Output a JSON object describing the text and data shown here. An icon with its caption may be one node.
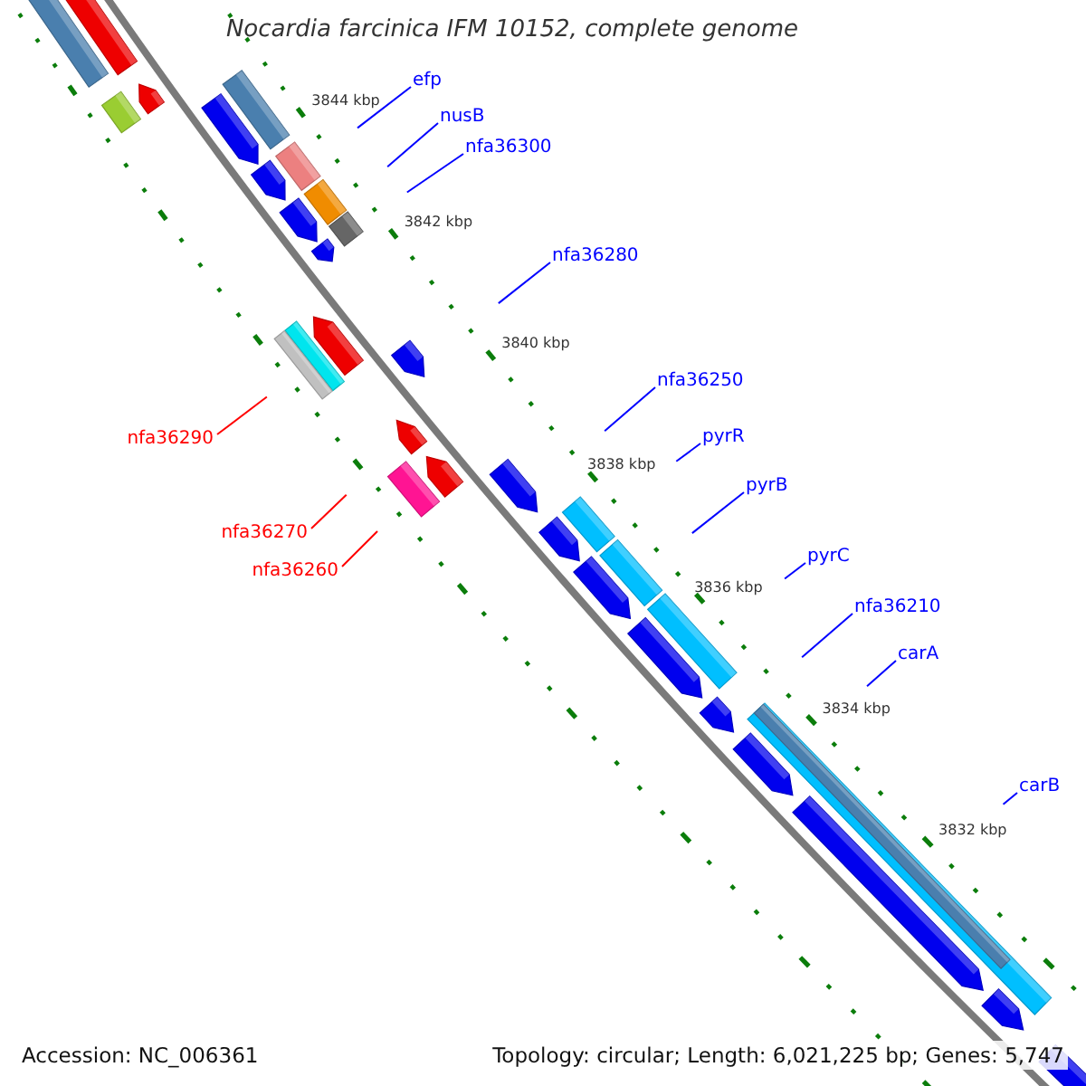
{
  "diagram": {
    "title": "Nocardia farcinica IFM 10152, complete genome",
    "nodes": [
      {
        "text": [
          "efp"
        ]
      },
      {
        "text": [
          "nusB"
        ]
      },
      {
        "text": [
          "nfa36300"
        ]
      },
      {
        "text": [
          "nfa36280"
        ]
      },
      {
        "text": [
          "nfa36250"
        ]
      },
      {
        "text": [
          "pyrR"
        ]
      },
      {
        "text": [
          "nfa36290"
        ]
      },
      {
        "text": [
          "pyrB"
        ]
      },
      {
        "text": [
          "nfa36270"
        ]
      },
      {
        "text": [
          "pyrC"
        ]
      },
      {
        "text": [
          "nfa36260"
        ]
      },
      {
        "text": [
          "nfa36210"
        ]
      },
      {
        "text": [
          "carA"
        ]
      },
      {
        "text": [
          "carB"
        ]
      }
    ],
    "edges": [
      {
        "from": 0,
        "to": null,
        "arrow": "none"
      },
      {
        "from": 1,
        "to": null,
        "arrow": "none"
      },
      {
        "from": 2,
        "to": null,
        "arrow": "none"
      },
      {
        "from": 3,
        "to": null,
        "arrow": "none"
      },
      {
        "from": 4,
        "to": null,
        "arrow": "none"
      },
      {
        "from": 5,
        "to": null,
        "arrow": "none"
      },
      {
        "from": 6,
        "to": null,
        "arrow": "none",
        "color": "#ff0000"
      },
      {
        "from": 7,
        "to": null,
        "arrow": "none"
      },
      {
        "from": 8,
        "to": null,
        "arrow": "none",
        "color": "#ff0000"
      },
      {
        "from": 9,
        "to": null,
        "arrow": "none"
      },
      {
        "from": 10,
        "to": null,
        "arrow": "none",
        "color": "#ff0000"
      },
      {
        "from": 11,
        "to": null,
        "arrow": "none"
      },
      {
        "from": 12,
        "to": null,
        "arrow": "none"
      },
      {
        "from": 13,
        "to": null,
        "arrow": "none"
      }
    ],
    "labels": [
      "3844 kbp",
      "3842 kbp",
      "3840 kbp",
      "3838 kbp",
      "3836 kbp",
      "3834 kbp",
      "3832 kbp",
      "Accession: NC_006361",
      "Topology: circular; Length: 6,021,225 bp; Genes: 5,747"
    ]
  }
}
